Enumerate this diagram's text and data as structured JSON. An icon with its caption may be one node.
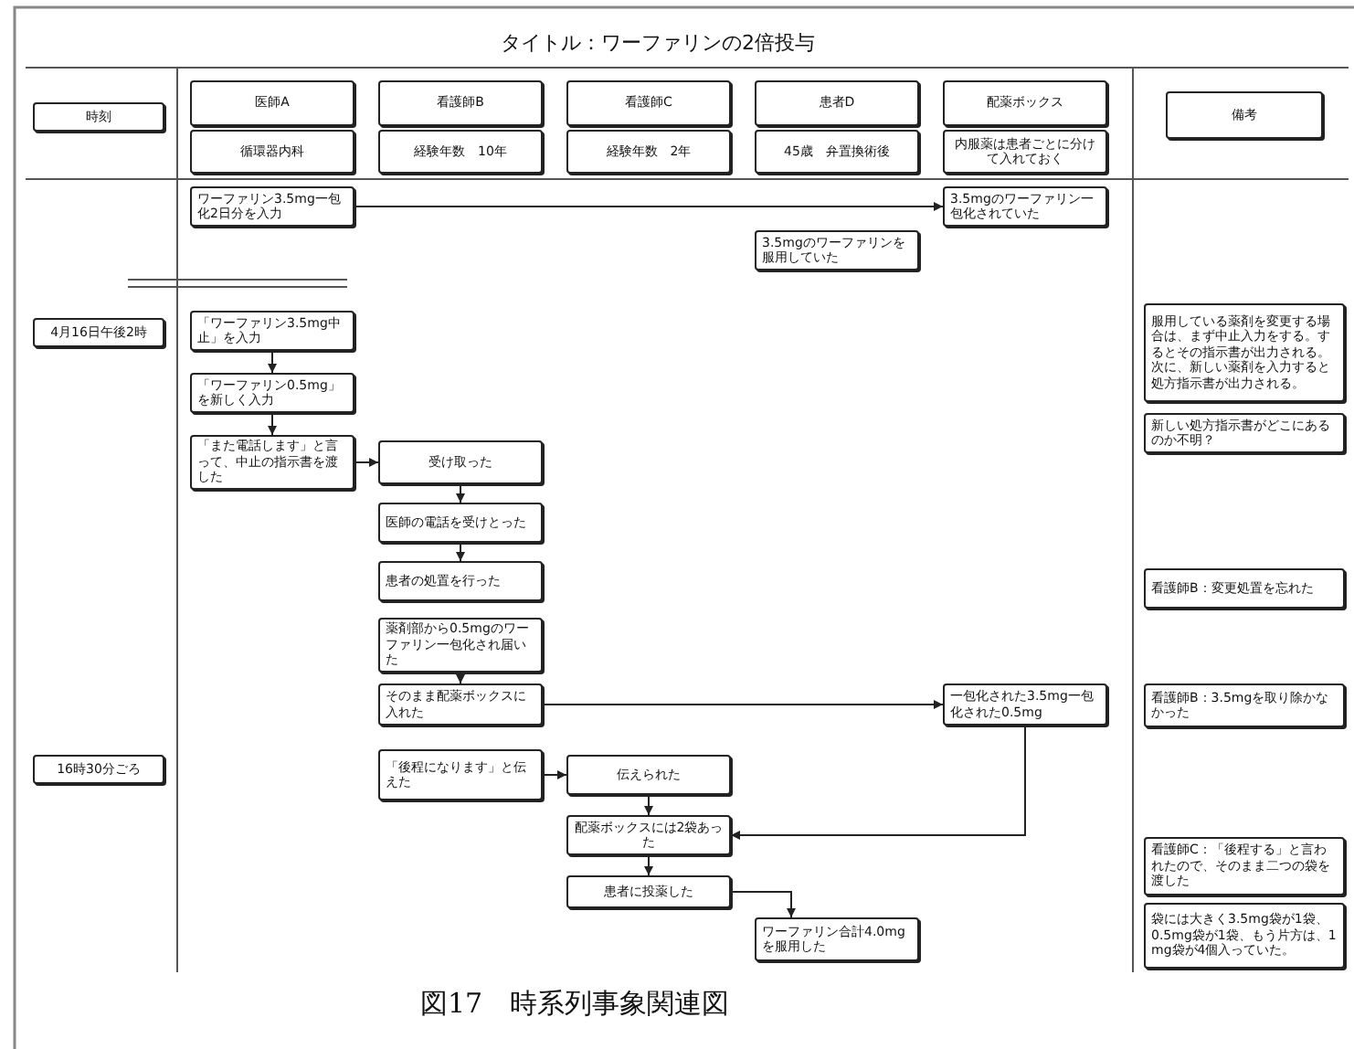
{
  "diagram": {
    "title": "タイトル：ワーファリンの2倍投与",
    "caption": "図17　時系列事象関連図",
    "nodes": [
      {
        "text": [
          "時刻"
        ]
      },
      {
        "text": [
          "医師A"
        ]
      },
      {
        "text": [
          "看護師B"
        ]
      },
      {
        "text": [
          "看護師C"
        ]
      },
      {
        "text": [
          "患者D"
        ]
      },
      {
        "text": [
          "配薬ボックス"
        ]
      },
      {
        "text": [
          "循環器内科"
        ]
      },
      {
        "text": [
          "経験年数　10年"
        ]
      },
      {
        "text": [
          "経験年数　2年"
        ]
      },
      {
        "text": [
          "45歳　弁置換術後"
        ]
      },
      {
        "text": [
          "内服薬は患者ごとに分けて入れておく"
        ]
      },
      {
        "text": [
          "備考"
        ]
      },
      {
        "text": [
          "ワーファリン3.5mg一包化2日分を入力"
        ]
      },
      {
        "text": [
          "3.5mgのワーファリン一包化されていた"
        ]
      },
      {
        "text": [
          "3.5mgのワーファリンを服用していた"
        ]
      },
      {
        "text": [
          "4月16日午後2時"
        ]
      },
      {
        "text": [
          "「ワーファリン3.5mg中止」を入力"
        ]
      },
      {
        "text": [
          "「ワーファリン0.5mg」を新しく入力"
        ]
      },
      {
        "text": [
          "「また電話します」と言って、中止の指示書を渡した"
        ]
      },
      {
        "text": [
          "受け取った"
        ]
      },
      {
        "text": [
          "医師の電話を受けとった"
        ]
      },
      {
        "text": [
          "患者の処置を行った"
        ]
      },
      {
        "text": [
          "薬剤部から0.5mgのワーファリン一包化され届いた"
        ]
      },
      {
        "text": [
          "そのまま配薬ボックスに入れた"
        ]
      },
      {
        "text": [
          "一包化された3.5mg一包化された0.5mg"
        ]
      },
      {
        "text": [
          "16時30分ごろ"
        ]
      },
      {
        "text": [
          "「後程になります」と伝えた"
        ]
      },
      {
        "text": [
          "伝えられた"
        ]
      },
      {
        "text": [
          "配薬ボックスには2袋あった"
        ]
      },
      {
        "text": [
          "患者に投薬した"
        ]
      },
      {
        "text": [
          "ワーファリン合計4.0mgを服用した"
        ]
      },
      {
        "text": [
          "服用している薬剤を変更する場合は、まず中止入力をする。するとその指示書が出力される。次に、新しい薬剤を入力すると処方指示書が出力される。"
        ]
      },
      {
        "text": [
          "新しい処方指示書がどこにあるのか不明？"
        ]
      },
      {
        "text": [
          "看護師B：変更処置を忘れた"
        ]
      },
      {
        "text": [
          "看護師B：3.5mgを取り除かなかった"
        ]
      },
      {
        "text": [
          "看護師C：「後程する」と言われたので、そのまま二つの袋を渡した"
        ]
      },
      {
        "text": [
          "袋には大きく3.5mg袋が1袋、0.5mg袋が1袋、もう片方は、1mg袋が4個入っていた。"
        ]
      }
    ],
    "edges": [
      {
        "from": 12,
        "to": 13,
        "arrow": "to"
      },
      {
        "from": 16,
        "to": 17,
        "arrow": "to"
      },
      {
        "from": 17,
        "to": 18,
        "arrow": "to"
      },
      {
        "from": 18,
        "to": 19,
        "arrow": "to"
      },
      {
        "from": 19,
        "to": 20,
        "arrow": "to"
      },
      {
        "from": 20,
        "to": 21,
        "arrow": "to"
      },
      {
        "from": 22,
        "to": 23,
        "arrow": "to"
      },
      {
        "from": 23,
        "to": 24,
        "arrow": "to"
      },
      {
        "from": 26,
        "to": 27,
        "arrow": "to"
      },
      {
        "from": 27,
        "to": 28,
        "arrow": "to"
      },
      {
        "from": 24,
        "to": 28,
        "arrow": "to"
      },
      {
        "from": 28,
        "to": 29,
        "arrow": "to"
      },
      {
        "from": 29,
        "to": 30,
        "arrow": "to"
      }
    ]
  }
}
